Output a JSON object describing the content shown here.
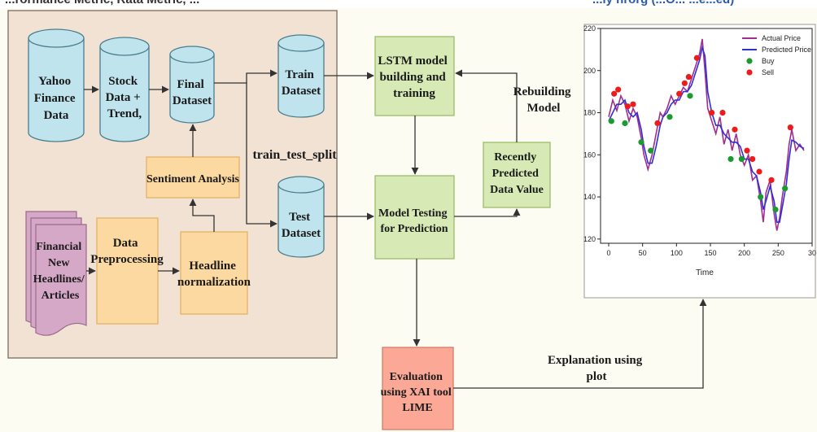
{
  "header_strip": {
    "left_text": "...rormance Metric, Rata Metric, ...",
    "right_text": "...ly hrorg (...O... ...e...ed)"
  },
  "nodes": {
    "yahoo": [
      "Yahoo",
      "Finance",
      "Data"
    ],
    "stock": [
      "Stock",
      "Data +",
      "Trend,"
    ],
    "final": [
      "Final",
      "Dataset"
    ],
    "train": [
      "Train",
      "Dataset"
    ],
    "test": [
      "Test",
      "Dataset"
    ],
    "sentiment": [
      "Sentiment Analysis"
    ],
    "news": [
      "Financial",
      "New",
      "Headlines/",
      "Articles"
    ],
    "preprocessing": [
      "Data",
      "Preprocessing"
    ],
    "headline": [
      "Headline",
      "normalization"
    ],
    "lstm": [
      "LSTM model",
      "building and",
      "training"
    ],
    "testing": [
      "Model Testing",
      "for Prediction"
    ],
    "recent": [
      "Recently",
      "Predicted",
      "Data Value"
    ],
    "evaluation": [
      "Evaluation",
      "using XAI tool",
      "LIME"
    ]
  },
  "labels": {
    "split": "train_test_split",
    "rebuild": [
      "Rebuilding",
      "Model"
    ],
    "explanation": [
      "Explanation using",
      "plot"
    ]
  },
  "colors": {
    "panel_bg": "#f1e2d3",
    "panel_border": "#8a7c70",
    "cylinder_fill": "#bfe4ee",
    "cylinder_stroke": "#4a7d8c",
    "orange_fill": "#fdd9a2",
    "orange_stroke": "#e3b266",
    "green_fill": "#d7eab5",
    "green_stroke": "#9bbd6b",
    "pink_fill": "#fba896",
    "pink_stroke": "#d87a66",
    "news_fill": "#d6a8c8",
    "news_stroke": "#9a6a8c",
    "actual_line": "#a12d8e",
    "predicted_line": "#2f2fd6",
    "buy_marker": "#1b9a2f",
    "sell_marker": "#ec1c1c"
  },
  "chart_data": {
    "type": "line",
    "xlabel": "Time",
    "ylabel": "",
    "xlim": [
      -12,
      300
    ],
    "ylim": [
      118,
      220
    ],
    "x_ticks": [
      0,
      50,
      100,
      150,
      200,
      250,
      300
    ],
    "x_tick_labels": [
      "0",
      "50",
      "100",
      "150",
      "200",
      "250",
      "30"
    ],
    "y_ticks": [
      120,
      140,
      160,
      180,
      200,
      220
    ],
    "y_tick_labels": [
      "120",
      "140",
      "160",
      "180",
      "200",
      "220"
    ],
    "legend_position": "top-right",
    "series": [
      {
        "name": "Actual Price",
        "kind": "line",
        "color": "#a12d8e",
        "points": [
          [
            0,
            178
          ],
          [
            6,
            186
          ],
          [
            12,
            181
          ],
          [
            18,
            188
          ],
          [
            24,
            184
          ],
          [
            30,
            176
          ],
          [
            36,
            182
          ],
          [
            42,
            178
          ],
          [
            48,
            168
          ],
          [
            52,
            160
          ],
          [
            58,
            153
          ],
          [
            64,
            160
          ],
          [
            70,
            170
          ],
          [
            76,
            180
          ],
          [
            80,
            178
          ],
          [
            86,
            182
          ],
          [
            92,
            188
          ],
          [
            98,
            184
          ],
          [
            104,
            188
          ],
          [
            110,
            192
          ],
          [
            116,
            190
          ],
          [
            122,
            196
          ],
          [
            128,
            202
          ],
          [
            134,
            208
          ],
          [
            138,
            215
          ],
          [
            142,
            200
          ],
          [
            146,
            182
          ],
          [
            152,
            176
          ],
          [
            158,
            170
          ],
          [
            164,
            178
          ],
          [
            170,
            165
          ],
          [
            176,
            172
          ],
          [
            182,
            162
          ],
          [
            188,
            170
          ],
          [
            194,
            160
          ],
          [
            200,
            155
          ],
          [
            206,
            160
          ],
          [
            212,
            148
          ],
          [
            218,
            150
          ],
          [
            224,
            138
          ],
          [
            228,
            128
          ],
          [
            232,
            142
          ],
          [
            238,
            148
          ],
          [
            244,
            132
          ],
          [
            248,
            124
          ],
          [
            252,
            130
          ],
          [
            256,
            140
          ],
          [
            262,
            152
          ],
          [
            266,
            165
          ],
          [
            270,
            172
          ],
          [
            276,
            162
          ],
          [
            282,
            165
          ],
          [
            288,
            162
          ]
        ]
      },
      {
        "name": "Predicted Price",
        "kind": "line",
        "color": "#2f2fd6",
        "points": [
          [
            0,
            176
          ],
          [
            6,
            180
          ],
          [
            12,
            184
          ],
          [
            18,
            184
          ],
          [
            24,
            186
          ],
          [
            30,
            180
          ],
          [
            36,
            178
          ],
          [
            42,
            180
          ],
          [
            48,
            172
          ],
          [
            52,
            164
          ],
          [
            58,
            156
          ],
          [
            64,
            156
          ],
          [
            70,
            164
          ],
          [
            76,
            174
          ],
          [
            80,
            178
          ],
          [
            86,
            180
          ],
          [
            92,
            184
          ],
          [
            98,
            186
          ],
          [
            104,
            186
          ],
          [
            110,
            190
          ],
          [
            116,
            190
          ],
          [
            122,
            193
          ],
          [
            128,
            199
          ],
          [
            134,
            205
          ],
          [
            138,
            211
          ],
          [
            142,
            207
          ],
          [
            146,
            190
          ],
          [
            152,
            180
          ],
          [
            158,
            174
          ],
          [
            164,
            174
          ],
          [
            170,
            170
          ],
          [
            176,
            168
          ],
          [
            182,
            166
          ],
          [
            188,
            166
          ],
          [
            194,
            164
          ],
          [
            200,
            158
          ],
          [
            206,
            158
          ],
          [
            212,
            152
          ],
          [
            218,
            150
          ],
          [
            224,
            142
          ],
          [
            228,
            134
          ],
          [
            232,
            138
          ],
          [
            238,
            145
          ],
          [
            244,
            138
          ],
          [
            248,
            128
          ],
          [
            252,
            128
          ],
          [
            256,
            135
          ],
          [
            262,
            146
          ],
          [
            266,
            158
          ],
          [
            270,
            167
          ],
          [
            276,
            166
          ],
          [
            282,
            164
          ],
          [
            288,
            163
          ]
        ]
      },
      {
        "name": "Buy",
        "kind": "marker",
        "color": "#1b9a2f",
        "points": [
          [
            4,
            176
          ],
          [
            24,
            175
          ],
          [
            48,
            166
          ],
          [
            62,
            162
          ],
          [
            90,
            178
          ],
          [
            120,
            188
          ],
          [
            180,
            158
          ],
          [
            196,
            158
          ],
          [
            224,
            140
          ],
          [
            246,
            134
          ],
          [
            260,
            144
          ]
        ]
      },
      {
        "name": "Sell",
        "kind": "marker",
        "color": "#ec1c1c",
        "points": [
          [
            8,
            189
          ],
          [
            14,
            191
          ],
          [
            28,
            183
          ],
          [
            36,
            184
          ],
          [
            72,
            175
          ],
          [
            104,
            189
          ],
          [
            112,
            194
          ],
          [
            118,
            197
          ],
          [
            130,
            206
          ],
          [
            152,
            180
          ],
          [
            168,
            180
          ],
          [
            186,
            172
          ],
          [
            204,
            162
          ],
          [
            212,
            158
          ],
          [
            222,
            152
          ],
          [
            240,
            148
          ],
          [
            268,
            173
          ]
        ]
      }
    ]
  }
}
